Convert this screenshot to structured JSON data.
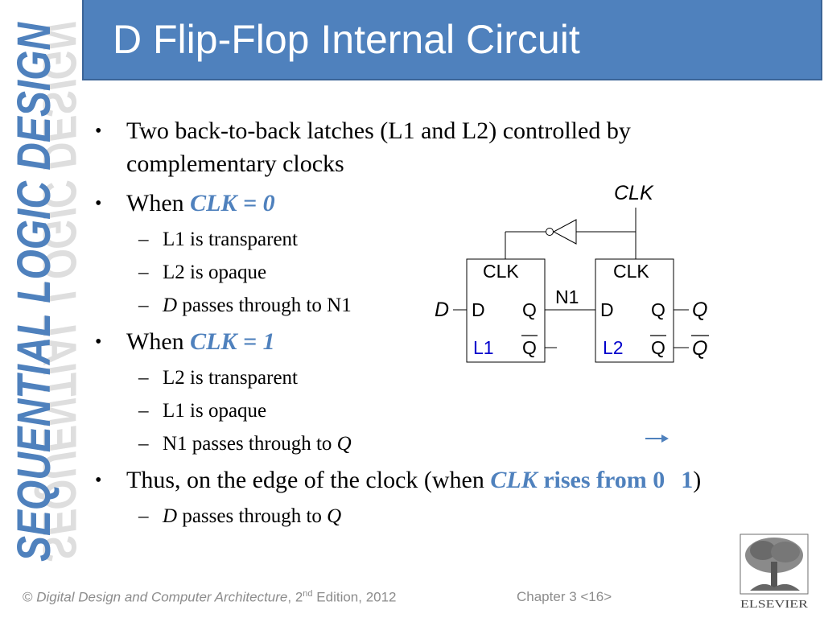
{
  "sidebar": {
    "text": "SEQUENTIAL LOGIC DESIGN",
    "color": "#4f81bd"
  },
  "title": "D Flip-Flop Internal Circuit",
  "bullets": {
    "b1_line1": "Two back-to-back latches (L1 and L2) controlled by",
    "b1_line2": "complementary clocks",
    "b2_prefix": "When ",
    "b2_hl": "CLK = 0",
    "b2_subs": [
      "L1 is transparent",
      "L2 is opaque"
    ],
    "b2_sub3_a": "D",
    "b2_sub3_b": " passes through to N1",
    "b3_prefix": "When ",
    "b3_hl": "CLK = 1",
    "b3_subs": [
      "L2 is transparent",
      "L1 is opaque"
    ],
    "b3_sub3_a": "N1 passes through to ",
    "b3_sub3_b": "Q",
    "b4_prefix": "Thus, on the edge of the clock (when ",
    "b4_hl1": "CLK",
    "b4_hl2": " rises from 0",
    "b4_hl3": "1",
    "b4_suffix": ")",
    "b4_sub_a": "D",
    "b4_sub_b": " passes through to ",
    "b4_sub_c": "Q"
  },
  "diagram": {
    "clk_top": "CLK",
    "latch1": {
      "clk": "CLK",
      "d": "D",
      "q": "Q",
      "qbar": "Q",
      "name": "L1"
    },
    "latch2": {
      "clk": "CLK",
      "d": "D",
      "q": "Q",
      "qbar": "Q",
      "name": "L2"
    },
    "input": "D",
    "node": "N1",
    "out_q": "Q",
    "out_qbar": "Q",
    "label_color": "#0000cc"
  },
  "footer": {
    "copyright": "© ",
    "book": "Digital Design and Computer Architecture",
    "edition_a": ", 2",
    "edition_sup": "nd",
    "edition_b": " Edition, 2012",
    "chapter": "Chapter 3 <16>"
  },
  "logo": {
    "text": "ELSEVIER"
  }
}
